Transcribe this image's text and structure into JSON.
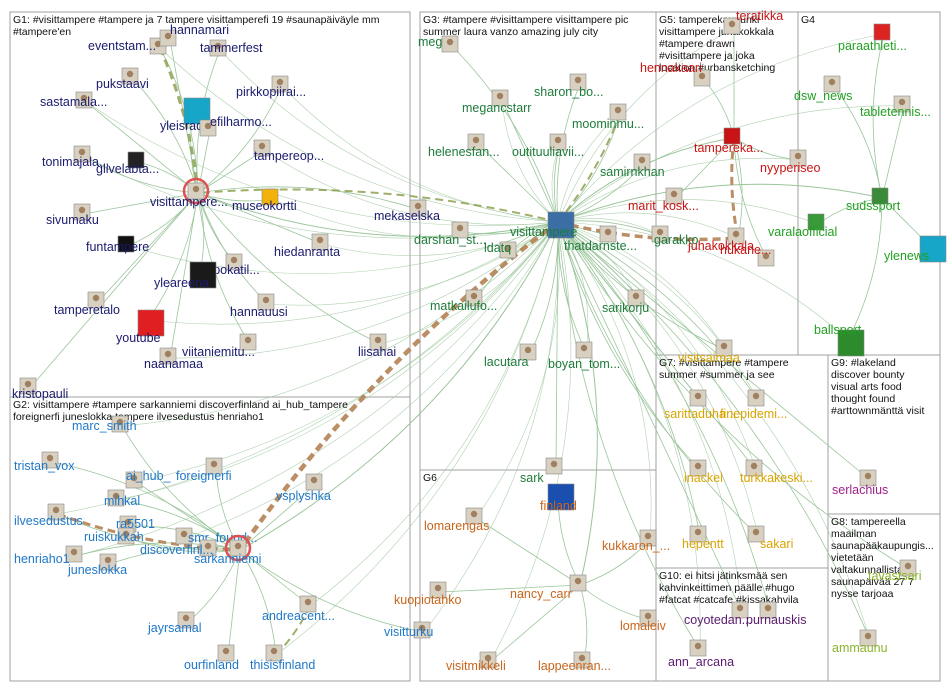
{
  "colors": {
    "g1": "#1a1a6e",
    "g2": "#1f78c8",
    "g3": "#1e7b3a",
    "g4": "#22a022",
    "g5": "#c81414",
    "g6": "#c8651a",
    "g7": "#d9a400",
    "g8": "#8ab42a",
    "g9": "#a0208a",
    "g10": "#5a1a6e",
    "edge": "#9bc59b",
    "edge_strong": "#b07a4a",
    "edge_olive": "#8fa050",
    "box": "#a0a0a0"
  },
  "groups": [
    {
      "id": "g1",
      "header": [
        "G1: #visittampere #tampere ja 7 tampere visittamperefi 19 #saunapäiväyle mm",
        "#tampere'en"
      ]
    },
    {
      "id": "g2",
      "header": [
        "G2: visittampere #tampere sarkanniemi discoverfinland ai_hub_tampere",
        "foreignerfi juneslokka tampere ilvesedustus henriaho1"
      ]
    },
    {
      "id": "g3",
      "header": [
        "G3: #tampere #visittampere visittampere pic",
        "summer laura vanzo amazing july city"
      ]
    },
    {
      "id": "g4",
      "header": [
        "G4"
      ]
    },
    {
      "id": "g5",
      "header": [
        "G5: tamperekaupunki",
        "visittampere juhakokkala",
        "#tampere drawn",
        "#visittampere ja joka",
        "location #urbansketching"
      ]
    },
    {
      "id": "g6",
      "header": [
        "G6"
      ]
    },
    {
      "id": "g7",
      "header": [
        "G7: #visittampere #tampere",
        "summer #summer ja see"
      ]
    },
    {
      "id": "g8",
      "header": [
        "G8: tampereella",
        "maailman",
        "saunapääkaupungis...",
        "vietetään",
        "valtakunnallista",
        "saunapäivää 27 7",
        "nysse tarjoaa"
      ]
    },
    {
      "id": "g9",
      "header": [
        "G9: #lakeland",
        "discover bounty",
        "visual arts food",
        "thought found",
        "#arttownmänttä visit"
      ]
    },
    {
      "id": "g10",
      "header": [
        "G10: ei hitsi jätinksmää sen",
        "kahvinkeittimen päälle #hugo",
        "#fatcat #catcafe #kissakahvila"
      ]
    }
  ],
  "nodes": [
    {
      "id": "eventstampere",
      "label": "eventstam...",
      "group": "g1"
    },
    {
      "id": "hannamari",
      "label": "hannamari",
      "group": "g1"
    },
    {
      "id": "tammerfest",
      "label": "tammerfest",
      "group": "g1"
    },
    {
      "id": "pukstaavi",
      "label": "pukstaavi",
      "group": "g1"
    },
    {
      "id": "sastamala",
      "label": "sastamala...",
      "group": "g1"
    },
    {
      "id": "yleisradio",
      "label": "yleisradio",
      "group": "g1"
    },
    {
      "id": "pirkkopiirai",
      "label": "pirkkopiirai...",
      "group": "g1"
    },
    {
      "id": "filharmonia",
      "label": "efilharmo...",
      "group": "g1"
    },
    {
      "id": "tonimajala",
      "label": "tonimajala...",
      "group": "g1"
    },
    {
      "id": "glivelabta",
      "label": "glivelabta...",
      "group": "g1"
    },
    {
      "id": "tampereop",
      "label": "tampereop...",
      "group": "g1"
    },
    {
      "id": "visittampere_fi",
      "label": "visittampere...",
      "group": "g1"
    },
    {
      "id": "museokortti",
      "label": "museokortti",
      "group": "g1"
    },
    {
      "id": "sivumaku",
      "label": "sivumaku",
      "group": "g1"
    },
    {
      "id": "funtampere",
      "label": "funtampere",
      "group": "g1"
    },
    {
      "id": "expokatil",
      "label": "expokatil...",
      "group": "g1"
    },
    {
      "id": "hiedanranta",
      "label": "hiedanranta",
      "group": "g1"
    },
    {
      "id": "yleareena",
      "label": "yleareena",
      "group": "g1"
    },
    {
      "id": "hannauusi",
      "label": "hannauusi",
      "group": "g1"
    },
    {
      "id": "tamperetalo",
      "label": "tamperetalo",
      "group": "g1"
    },
    {
      "id": "youtube",
      "label": "youtube",
      "group": "g1"
    },
    {
      "id": "viitaniemitu",
      "label": "viitaniemitu...",
      "group": "g1"
    },
    {
      "id": "naanamaa",
      "label": "naanamaa",
      "group": "g1"
    },
    {
      "id": "mekaselska",
      "label": "mekaselska",
      "group": "g1"
    },
    {
      "id": "liisahai",
      "label": "liisahai",
      "group": "g1"
    },
    {
      "id": "kristopauli",
      "label": "kristopauli",
      "group": "g1"
    },
    {
      "id": "marc_smith",
      "label": "marc_smith",
      "group": "g2"
    },
    {
      "id": "tristan_vox",
      "label": "tristan_vox",
      "group": "g2"
    },
    {
      "id": "ai_hub",
      "label": "ai_hub_",
      "group": "g2"
    },
    {
      "id": "foreignerfi",
      "label": "foreignerfi",
      "group": "g2"
    },
    {
      "id": "mihkal",
      "label": "mihkal",
      "group": "g2"
    },
    {
      "id": "vsplyshka",
      "label": "vsplyshka",
      "group": "g2"
    },
    {
      "id": "ilvesedustus",
      "label": "ilvesedustus",
      "group": "g2"
    },
    {
      "id": "ra5501",
      "label": "ra5501",
      "group": "g2"
    },
    {
      "id": "smr_found",
      "label": "smr_found...",
      "group": "g2"
    },
    {
      "id": "ruiskukkah",
      "label": "ruiskukkah",
      "group": "g2"
    },
    {
      "id": "henriaho1",
      "label": "henriaho1",
      "group": "g2"
    },
    {
      "id": "discoverfinland",
      "label": "discoverfinl...",
      "group": "g2"
    },
    {
      "id": "sarkanniemi",
      "label": "sarkanniemi",
      "group": "g2"
    },
    {
      "id": "juneslokka",
      "label": "juneslokka",
      "group": "g2"
    },
    {
      "id": "andreacent",
      "label": "andreacent...",
      "group": "g2"
    },
    {
      "id": "jayrsamal",
      "label": "jayrsamal",
      "group": "g2"
    },
    {
      "id": "visitturku",
      "label": "visitturku",
      "group": "g2"
    },
    {
      "id": "ourfinland",
      "label": "ourfinland",
      "group": "g2"
    },
    {
      "id": "thisisfinland",
      "label": "thisisfinland",
      "group": "g2"
    },
    {
      "id": "meg",
      "label": "meg",
      "group": "g3"
    },
    {
      "id": "megancstarr",
      "label": "megancstarr",
      "group": "g3"
    },
    {
      "id": "sharon_bo",
      "label": "sharon_bo...",
      "group": "g3"
    },
    {
      "id": "moominmu",
      "label": "moominmu...",
      "group": "g3"
    },
    {
      "id": "helenesfan",
      "label": "helenesfan...",
      "group": "g3"
    },
    {
      "id": "outituuliavii",
      "label": "outituuliavii...",
      "group": "g3"
    },
    {
      "id": "samirnkhan",
      "label": "samirnkhan",
      "group": "g3"
    },
    {
      "id": "visittampere",
      "label": "visittampere",
      "group": "g3"
    },
    {
      "id": "darshan_st",
      "label": "darshan_st...",
      "group": "g3"
    },
    {
      "id": "ldatq",
      "label": "ldatq",
      "group": "g3"
    },
    {
      "id": "thatdarnste",
      "label": "thatdarnste...",
      "group": "g3"
    },
    {
      "id": "garakko",
      "label": "garakko",
      "group": "g3"
    },
    {
      "id": "matkailufo",
      "label": "matkailufo...",
      "group": "g3"
    },
    {
      "id": "sarikorju",
      "label": "sarikorju",
      "group": "g3"
    },
    {
      "id": "lacutara",
      "label": "lacutara",
      "group": "g3"
    },
    {
      "id": "boyan_tom",
      "label": "boyan_tom...",
      "group": "g3"
    },
    {
      "id": "sark",
      "label": "sark",
      "group": "g3"
    },
    {
      "id": "paraathleti",
      "label": "paraathleti...",
      "group": "g4"
    },
    {
      "id": "dsw_news",
      "label": "dsw_news",
      "group": "g4"
    },
    {
      "id": "tabletennis",
      "label": "tabletennis...",
      "group": "g4"
    },
    {
      "id": "sudssport",
      "label": "sudssport",
      "group": "g4"
    },
    {
      "id": "varalaofficial",
      "label": "varalaofficial",
      "group": "g4"
    },
    {
      "id": "ylenews",
      "label": "ylenews",
      "group": "g4"
    },
    {
      "id": "ballsport",
      "label": "ballsport",
      "group": "g4"
    },
    {
      "id": "hennakaari",
      "label": "hennakaari",
      "group": "g5"
    },
    {
      "id": "teratikka",
      "label": "teratikka",
      "group": "g5"
    },
    {
      "id": "tamperekaupunki",
      "label": "tampereka...",
      "group": "g5"
    },
    {
      "id": "nyyperiseo",
      "label": "nyyperiseo",
      "group": "g5"
    },
    {
      "id": "marit_kosk",
      "label": "marit_kosk...",
      "group": "g5"
    },
    {
      "id": "juhakokkala",
      "label": "juhakokkala",
      "group": "g5"
    },
    {
      "id": "hukane",
      "label": "hukane...",
      "group": "g5"
    },
    {
      "id": "lomarengas",
      "label": "lomarengas",
      "group": "g6"
    },
    {
      "id": "finland",
      "label": "finland",
      "group": "g6"
    },
    {
      "id": "kukkaron",
      "label": "kukkaron_...",
      "group": "g6"
    },
    {
      "id": "kuopiotahko",
      "label": "kuopiotahko",
      "group": "g6"
    },
    {
      "id": "nancy_carr",
      "label": "nancy_carr",
      "group": "g6"
    },
    {
      "id": "lomaleiv",
      "label": "lomaleiv",
      "group": "g6"
    },
    {
      "id": "visitmikkeli",
      "label": "visitmikkeli",
      "group": "g6"
    },
    {
      "id": "lappeenranta",
      "label": "lappeenran...",
      "group": "g6"
    },
    {
      "id": "visitsaimaa",
      "label": "visitsaimaa",
      "group": "g7"
    },
    {
      "id": "sarittaduha",
      "label": "sarittaduha...",
      "group": "g7"
    },
    {
      "id": "finepidemi",
      "label": "finepidemi...",
      "group": "g7"
    },
    {
      "id": "inackel",
      "label": "inackel",
      "group": "g7"
    },
    {
      "id": "turkkakeski",
      "label": "turkkakeski...",
      "group": "g7"
    },
    {
      "id": "hepentt",
      "label": "hepentt",
      "group": "g7"
    },
    {
      "id": "sakari",
      "label": "sakari",
      "group": "g7"
    },
    {
      "id": "serlachius",
      "label": "serlachius",
      "group": "g9"
    },
    {
      "id": "ammaunu",
      "label": "ammaunu",
      "group": "g8"
    },
    {
      "id": "tavastsari",
      "label": "tavastsari",
      "group": "g8"
    },
    {
      "id": "coyotedan",
      "label": "coyotedan...",
      "group": "g10"
    },
    {
      "id": "purnauskis",
      "label": "purnauskis",
      "group": "g10"
    },
    {
      "id": "ann_arcana",
      "label": "ann_arcana",
      "group": "g10"
    }
  ]
}
